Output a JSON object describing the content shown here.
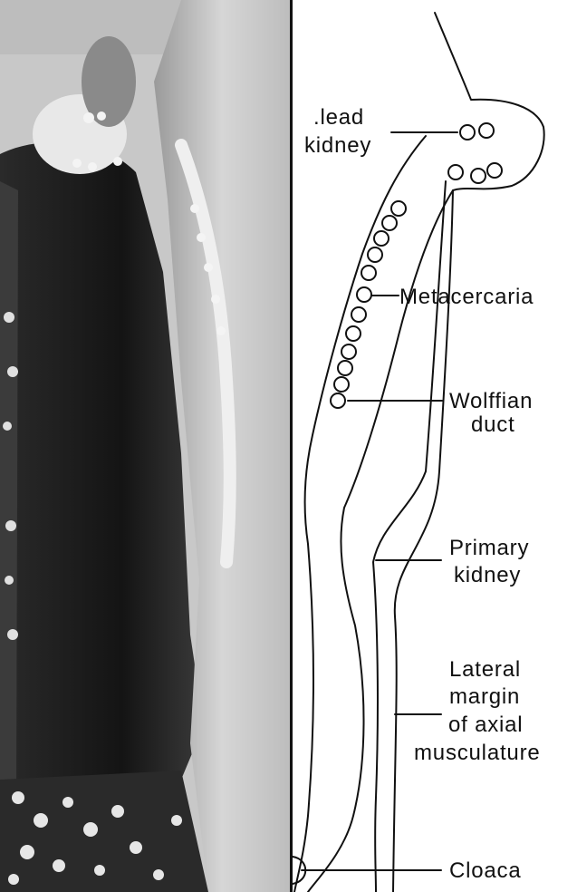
{
  "labels": {
    "head_kidney_line1": ".lead",
    "head_kidney_line2": "kidney",
    "metacercaria": "Metacercaria",
    "wolffian_line1": "Wolffian",
    "wolffian_line2": "duct",
    "primary_line1": "Primary",
    "primary_line2": "kidney",
    "lateral_line1": "Lateral",
    "lateral_line2": "margin",
    "lateral_line3": "of axial",
    "lateral_line4": "musculature",
    "cloaca": "Cloaca"
  },
  "colors": {
    "ink": "#111111",
    "background": "#ffffff",
    "photo_dark": "#1c1c1c",
    "photo_light": "#d8d8d8"
  }
}
